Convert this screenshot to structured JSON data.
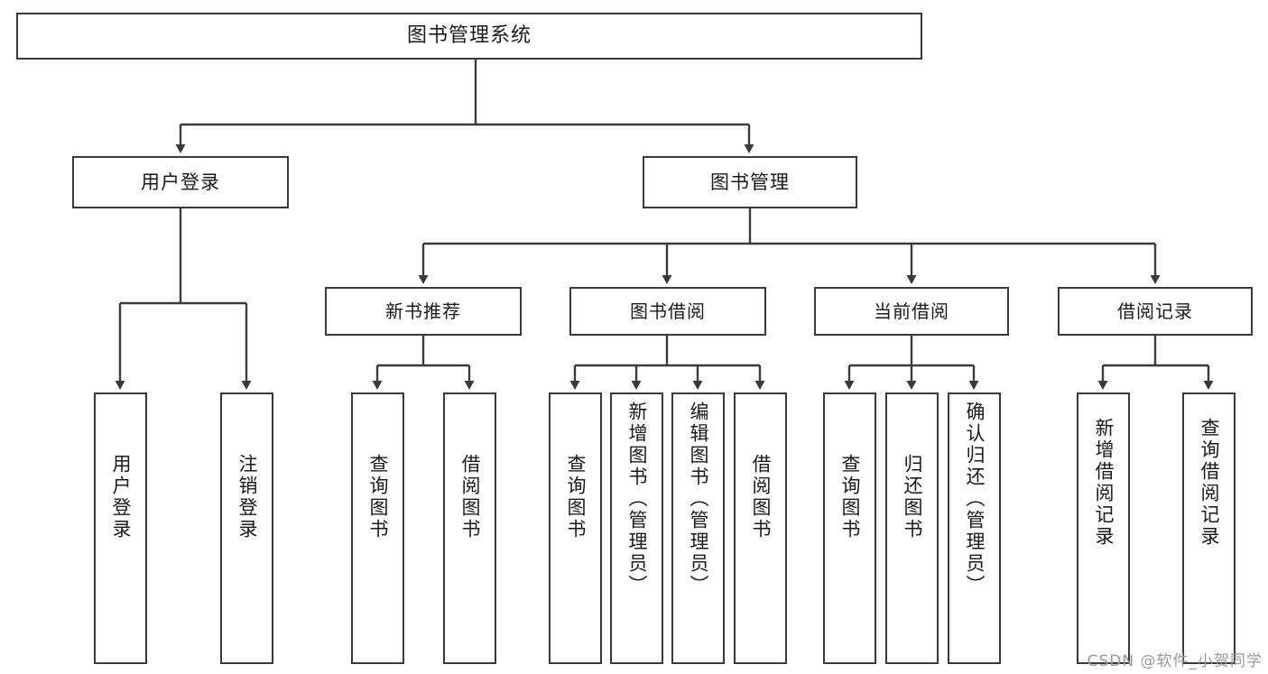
{
  "diagram": {
    "type": "tree",
    "title": "图书管理系统",
    "root": {
      "label": "图书管理系统"
    },
    "level2": [
      {
        "label": "用户登录"
      },
      {
        "label": "图书管理"
      }
    ],
    "level3": [
      {
        "label": "新书推荐"
      },
      {
        "label": "图书借阅"
      },
      {
        "label": "当前借阅"
      },
      {
        "label": "借阅记录"
      }
    ],
    "leaves": {
      "user_login": [
        {
          "label": "用户登录"
        },
        {
          "label": "注销登录"
        }
      ],
      "new_book": [
        {
          "label": "查询图书"
        },
        {
          "label": "借阅图书"
        }
      ],
      "book_borrow": [
        {
          "label": "查询图书"
        },
        {
          "label": "新增图书（管理员）"
        },
        {
          "label": "编辑图书（管理员）"
        },
        {
          "label": "借阅图书"
        }
      ],
      "current_borrow": [
        {
          "label": "查询图书"
        },
        {
          "label": "归还图书"
        },
        {
          "label": "确认归还（管理员）"
        }
      ],
      "borrow_record": [
        {
          "label": "新增借阅记录"
        },
        {
          "label": "查询借阅记录"
        }
      ]
    }
  },
  "watermark": {
    "text": "CSDN @软件_小贺同学"
  },
  "colors": {
    "box_border": "#3a3a3a",
    "box_fill": "#ffffff",
    "line": "#3a3a3a",
    "text": "#1a1a1a",
    "watermark": "#9a9a9a"
  }
}
